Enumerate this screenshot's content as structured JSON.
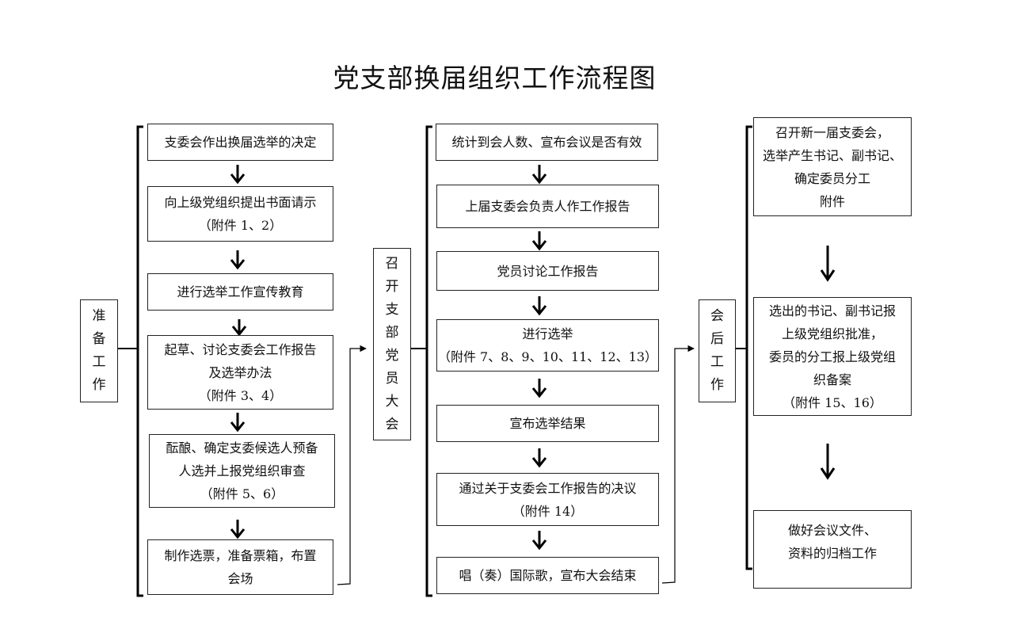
{
  "title": "党支部换届组织工作流程图",
  "stages": [
    {
      "label": [
        "准",
        "备",
        "工",
        "作"
      ],
      "steps": [
        [
          "支委会作出换届选举的决定"
        ],
        [
          "向上级党组织提出书面请示",
          "（附件 1、2）"
        ],
        [
          "进行选举工作宣传教育"
        ],
        [
          "起草、讨论支委会工作报告",
          "及选举办法",
          "（附件 3、4）"
        ],
        [
          "酝酿、确定支委候选人预备",
          "人选并上报党组织审查",
          "（附件 5、6）"
        ],
        [
          "制作选票，准备票箱，布置",
          "会场"
        ]
      ]
    },
    {
      "label": [
        "召",
        "开",
        "支",
        "部",
        "党",
        "员",
        "大",
        "会"
      ],
      "steps": [
        [
          "统计到会人数、宣布会议是否有效"
        ],
        [
          "上届支委会负责人作工作报告"
        ],
        [
          "党员讨论工作报告"
        ],
        [
          "进行选举",
          "（附件 7、8、9、10、11、12、13）"
        ],
        [
          "宣布选举结果"
        ],
        [
          "通过关于支委会工作报告的决议",
          "（附件 14）"
        ],
        [
          "唱（奏）国际歌，宣布大会结束"
        ]
      ]
    },
    {
      "label": [
        "会",
        "后",
        "工",
        "作"
      ],
      "steps": [
        [
          "召开新一届支委会，",
          "选举产生书记、副书记、",
          "确定委员分工",
          "附件"
        ],
        [
          "选出的书记、副书记报",
          "上级党组织批准，",
          "委员的分工报上级党组",
          "织备案",
          "（附件 15、16）"
        ],
        [
          "做好会议文件、",
          "资料的归档工作"
        ]
      ]
    }
  ]
}
